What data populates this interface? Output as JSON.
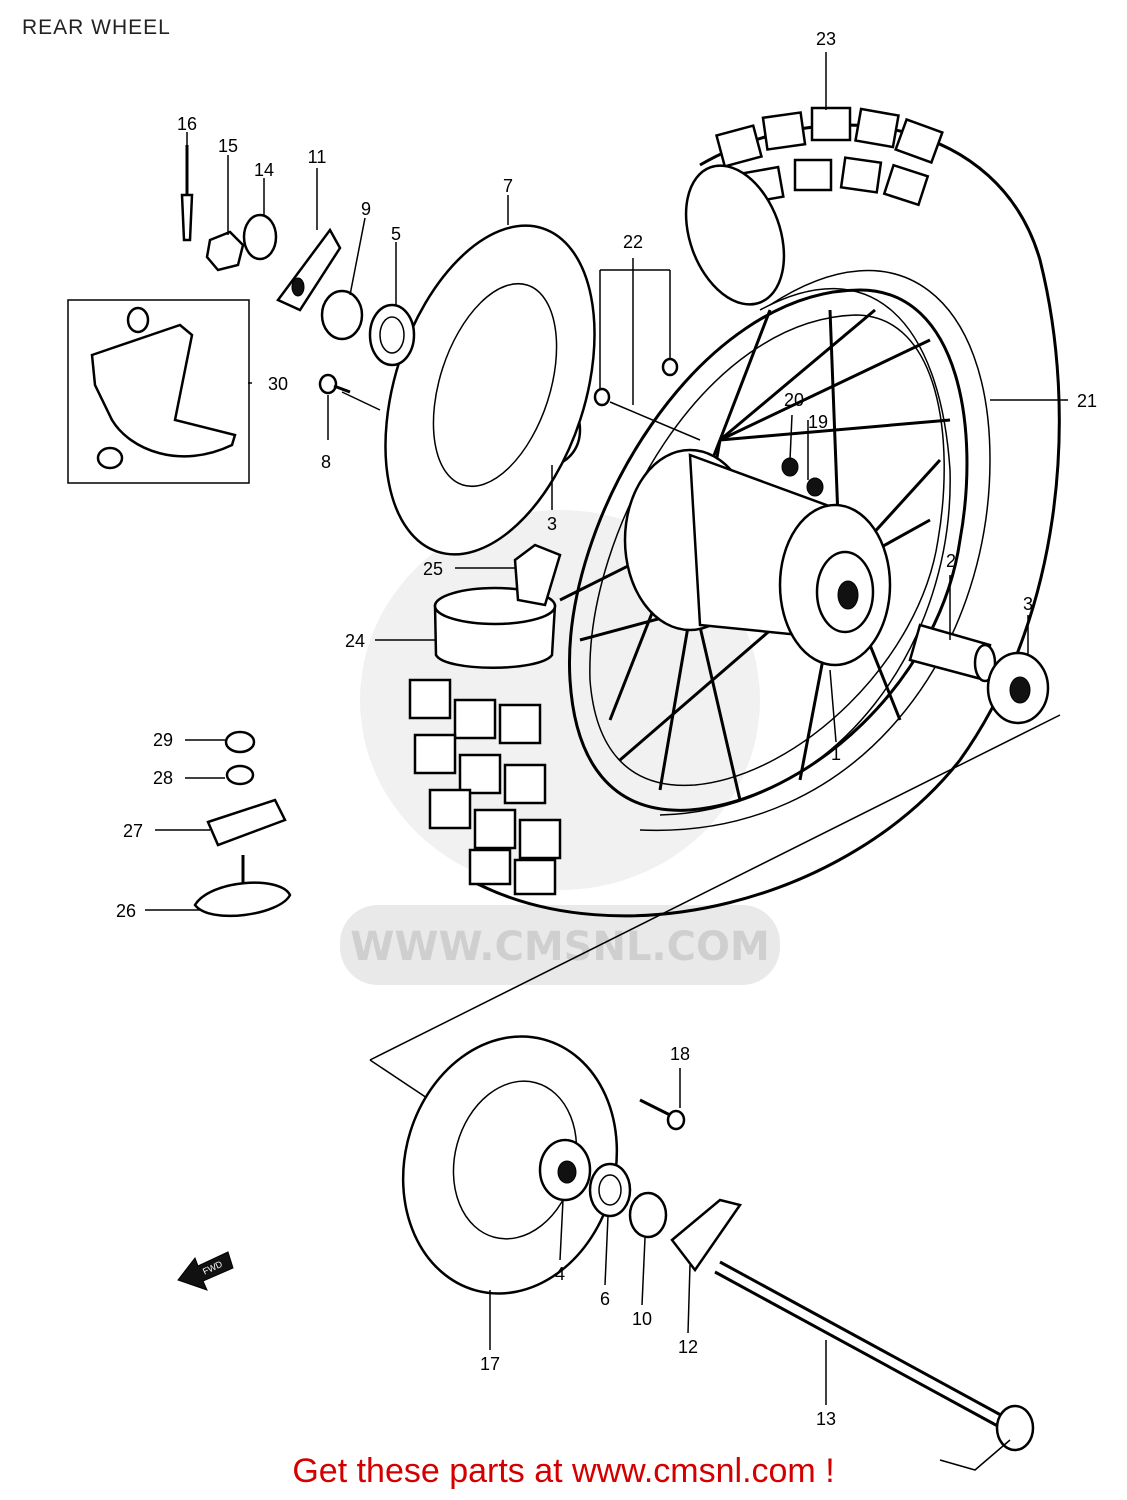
{
  "title": "REAR WHEEL",
  "watermark": "WWW.CMSNL.COM",
  "footer": "Get these parts at www.cmsnl.com !",
  "direction_marker": "FWD",
  "callouts": [
    "1",
    "2",
    "3",
    "3",
    "4",
    "5",
    "6",
    "7",
    "8",
    "9",
    "10",
    "11",
    "12",
    "13",
    "14",
    "15",
    "16",
    "17",
    "18",
    "19",
    "20",
    "21",
    "22",
    "23",
    "24",
    "25",
    "26",
    "27",
    "28",
    "29",
    "30"
  ]
}
